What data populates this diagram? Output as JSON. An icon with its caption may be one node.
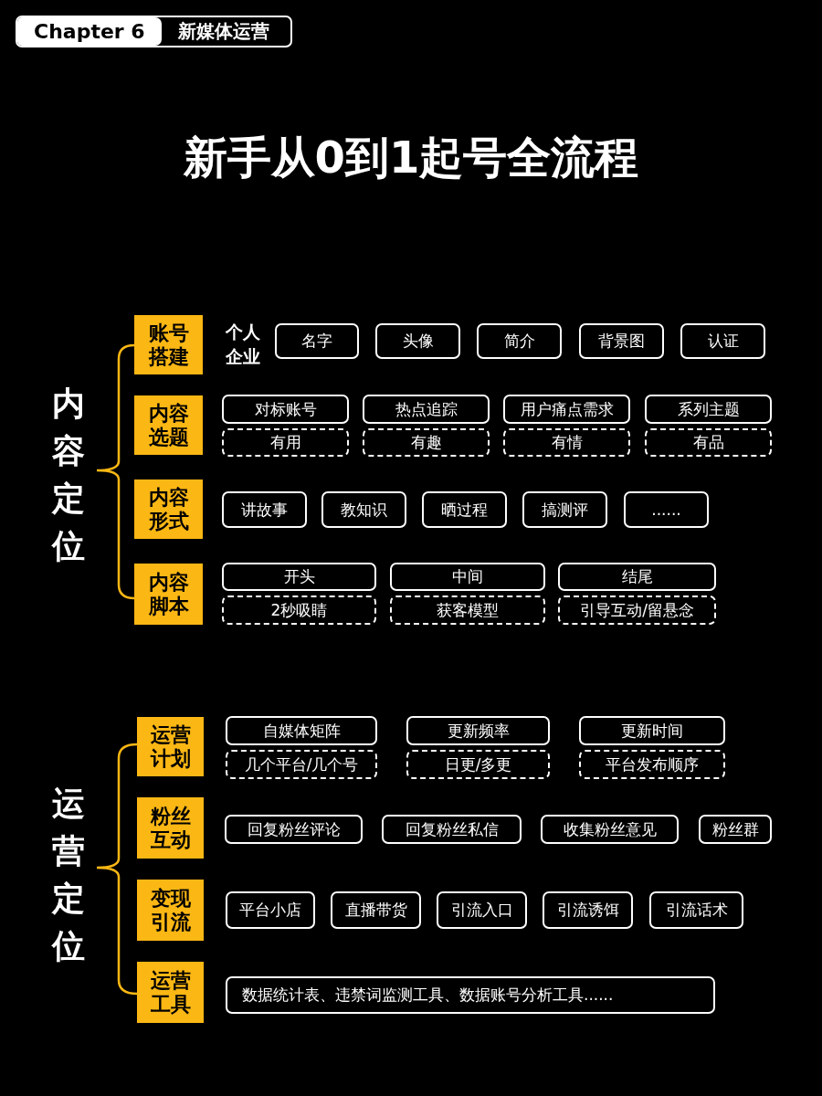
{
  "diagram": {
    "title": "新手从0到1起号全流程",
    "nodes": [
      {
        "text": [
          "Chapter 6",
          "新媒体运营"
        ]
      },
      {
        "text": [
          "账号搭建"
        ]
      },
      {
        "text": [
          "名字"
        ]
      },
      {
        "text": [
          "头像"
        ]
      },
      {
        "text": [
          "简介"
        ]
      },
      {
        "text": [
          "背景图"
        ]
      },
      {
        "text": [
          "认证"
        ]
      },
      {
        "text": [
          "内容选题"
        ]
      },
      {
        "text": [
          "对标账号"
        ]
      },
      {
        "text": [
          "热点追踪"
        ]
      },
      {
        "text": [
          "用户痛点需求"
        ]
      },
      {
        "text": [
          "系列主题"
        ]
      },
      {
        "text": [
          "有用"
        ]
      },
      {
        "text": [
          "有趣"
        ]
      },
      {
        "text": [
          "有情"
        ]
      },
      {
        "text": [
          "有品"
        ]
      },
      {
        "text": [
          "内容形式"
        ]
      },
      {
        "text": [
          "讲故事"
        ]
      },
      {
        "text": [
          "教知识"
        ]
      },
      {
        "text": [
          "晒过程"
        ]
      },
      {
        "text": [
          "搞测评"
        ]
      },
      {
        "text": [
          "......"
        ]
      },
      {
        "text": [
          "内容脚本"
        ]
      },
      {
        "text": [
          "开头"
        ]
      },
      {
        "text": [
          "中间"
        ]
      },
      {
        "text": [
          "结尾"
        ]
      },
      {
        "text": [
          "2秒吸睛"
        ]
      },
      {
        "text": [
          "获客模型"
        ]
      },
      {
        "text": [
          "引导互动/留悬念"
        ]
      },
      {
        "text": [
          "运营计划"
        ]
      },
      {
        "text": [
          "自媒体矩阵"
        ]
      },
      {
        "text": [
          "更新频率"
        ]
      },
      {
        "text": [
          "更新时间"
        ]
      },
      {
        "text": [
          "几个平台/几个号"
        ]
      },
      {
        "text": [
          "日更/多更"
        ]
      },
      {
        "text": [
          "平台发布顺序"
        ]
      },
      {
        "text": [
          "粉丝互动"
        ]
      },
      {
        "text": [
          "回复粉丝评论"
        ]
      },
      {
        "text": [
          "回复粉丝私信"
        ]
      },
      {
        "text": [
          "收集粉丝意见"
        ]
      },
      {
        "text": [
          "粉丝群"
        ]
      },
      {
        "text": [
          "变现引流"
        ]
      },
      {
        "text": [
          "平台小店"
        ]
      },
      {
        "text": [
          "直播带货"
        ]
      },
      {
        "text": [
          "引流入口"
        ]
      },
      {
        "text": [
          "引流诱饵"
        ]
      },
      {
        "text": [
          "引流话术"
        ]
      },
      {
        "text": [
          "运营工具"
        ]
      },
      {
        "text": [
          "数据统计表、违禁词监测工具、数据账号分析工具......"
        ]
      }
    ],
    "labels": [
      "内容定位",
      "个人",
      "企业",
      "运营定位"
    ]
  }
}
